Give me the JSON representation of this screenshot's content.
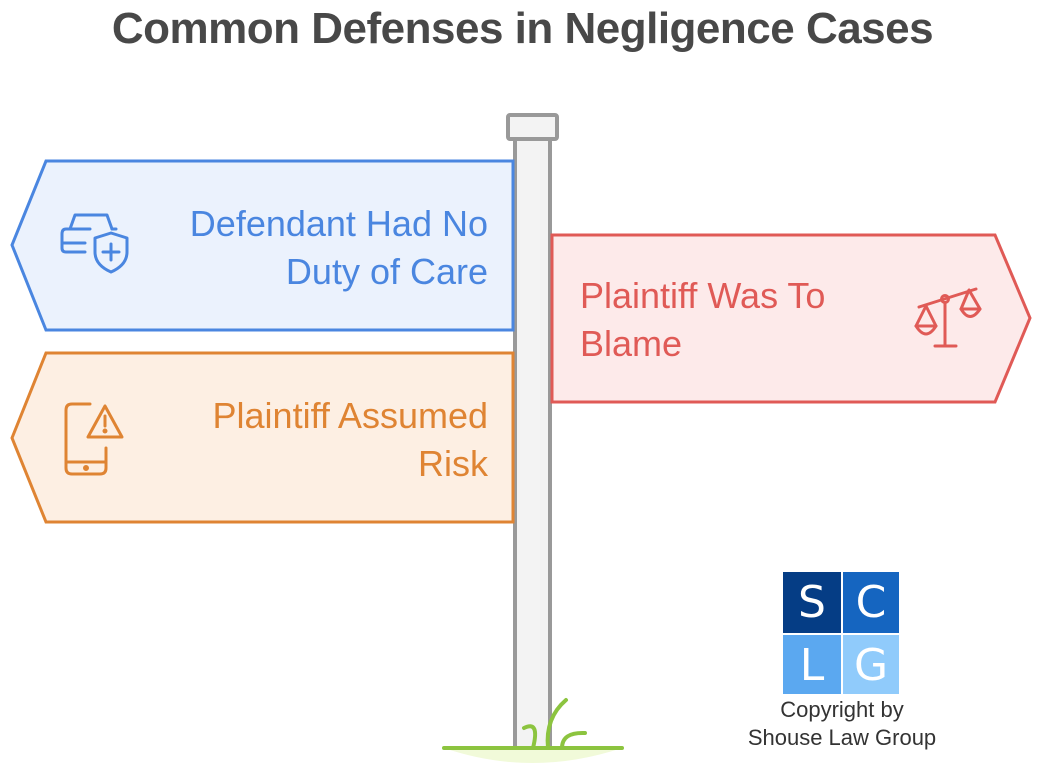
{
  "title": "Common Defenses in Negligence Cases",
  "signs": [
    {
      "label_line1": "Defendant Had No",
      "label_line2": "Duty of Care",
      "icon": "car-shield-plus-icon",
      "color": "#4a86e0",
      "fill": "#ebf2fd",
      "direction": "left"
    },
    {
      "label_line1": "Plaintiff Was To",
      "label_line2": "Blame",
      "icon": "scales-icon",
      "color": "#e05a56",
      "fill": "#fdeaea",
      "direction": "right"
    },
    {
      "label_line1": "Plaintiff Assumed",
      "label_line2": "Risk",
      "icon": "phone-warning-icon",
      "color": "#df8433",
      "fill": "#fdefe3",
      "direction": "left"
    }
  ],
  "logo": {
    "letters": [
      "S",
      "C",
      "L",
      "G"
    ],
    "colors": [
      "#053d85",
      "#1565c0",
      "#5ba8f0",
      "#90cbfb"
    ]
  },
  "copyright": {
    "line1": "Copyright by",
    "line2": "Shouse Law Group"
  }
}
